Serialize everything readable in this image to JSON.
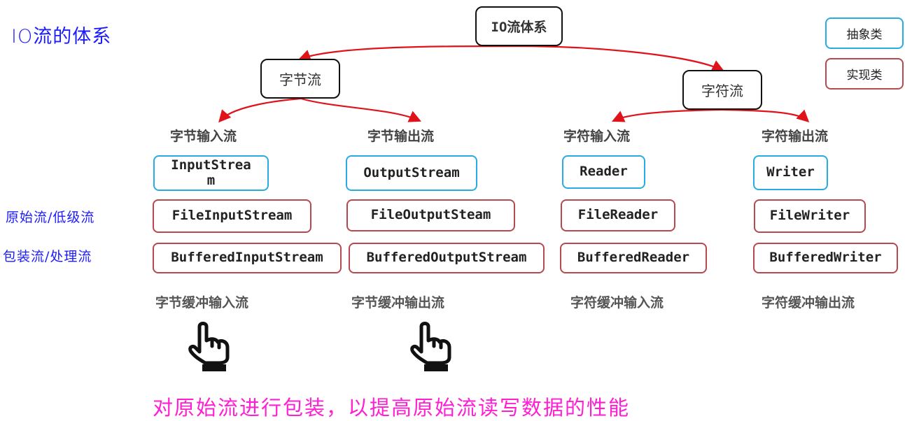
{
  "title": "IO流的体系",
  "root": "IO流体系",
  "byte_stream": "字节流",
  "char_stream": "字符流",
  "legend": {
    "abstract": "抽象类",
    "impl": "实现类"
  },
  "categories": {
    "byte_input": "字节输入流",
    "byte_output": "字节输出流",
    "char_input": "字符输入流",
    "char_output": "字符输出流"
  },
  "abstract_classes": {
    "byte_input": "InputStrea m",
    "byte_output": "OutputStream",
    "char_input": "Reader",
    "char_output": "Writer"
  },
  "raw_streams": {
    "byte_input": "FileInputStream",
    "byte_output": "FileOutputSteam",
    "char_input": "FileReader",
    "char_output": "FileWriter"
  },
  "buffered_streams": {
    "byte_input": "BufferedInputStream",
    "byte_output": "BufferedOutputStream",
    "char_input": "BufferedReader",
    "char_output": "BufferedWriter"
  },
  "buffered_labels": {
    "byte_input": "字节缓冲输入流",
    "byte_output": "字节缓冲输出流",
    "char_input": "字符缓冲输入流",
    "char_output": "字符缓冲输出流"
  },
  "side_labels": {
    "raw": "原始流/低级流",
    "wrapper": "包装流/处理流"
  },
  "note": "对原始流进行包装，以提高原始流读写数据的性能",
  "colors": {
    "abstract_border": "#29abe2",
    "impl_border": "#b5494d",
    "arrow": "#e0131a",
    "note": "#ff1fd2",
    "side": "#1c1cff"
  },
  "icons": [
    "pointing-hand-icon",
    "pointing-hand-icon"
  ]
}
